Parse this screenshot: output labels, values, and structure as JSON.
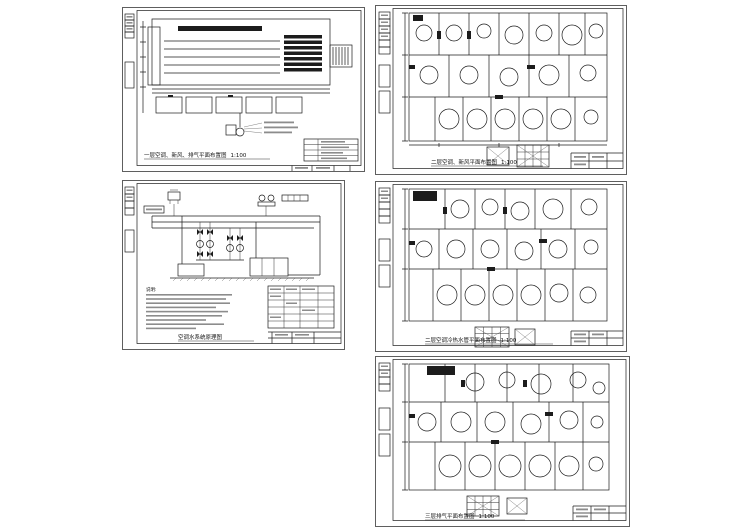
{
  "document": {
    "background": "#ffffff",
    "ink": "#1c1c1c"
  },
  "sheets": [
    {
      "id": "first-floor-hvac",
      "title": "一层空调、新风、排气平面布置图",
      "scale": "1:100"
    },
    {
      "id": "second-floor-fresh-air",
      "title": "二层空调、新风平面布置图",
      "scale": "1:100"
    },
    {
      "id": "water-system-schematic",
      "title": "空调水系统原理图",
      "scale": "",
      "notes_header": "说明:"
    },
    {
      "id": "second-floor-chw-piping",
      "title": "二层空调冷热水管平面布置图",
      "scale": "1:100"
    },
    {
      "id": "third-floor-exhaust",
      "title": "三层排气平面布置图",
      "scale": "1:100"
    }
  ]
}
